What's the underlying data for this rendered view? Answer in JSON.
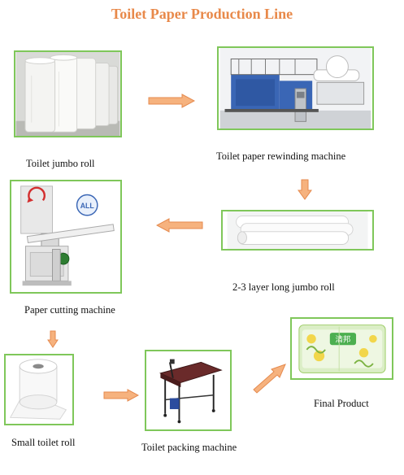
{
  "title": "Toilet Paper Production Line",
  "steps": [
    {
      "id": "jumbo_roll",
      "label": "Toilet jumbo roll"
    },
    {
      "id": "rewinding_machine",
      "label": "Toilet paper rewinding machine"
    },
    {
      "id": "long_jumbo_roll",
      "label": "2-3 layer long jumbo roll"
    },
    {
      "id": "cutting_machine",
      "label": "Paper cutting machine"
    },
    {
      "id": "small_roll",
      "label": "Small toilet roll"
    },
    {
      "id": "packing_machine",
      "label": "Toilet packing machine"
    },
    {
      "id": "final_product",
      "label": "Final Product"
    }
  ],
  "logo_text": "ALL",
  "package_text": "清邦",
  "colors": {
    "title": "#e8894a",
    "frame_border": "#7fc75a",
    "arrow_fill": "#f6b27e",
    "arrow_stroke": "#e58a4e",
    "machine_blue": "#3a66b5"
  }
}
